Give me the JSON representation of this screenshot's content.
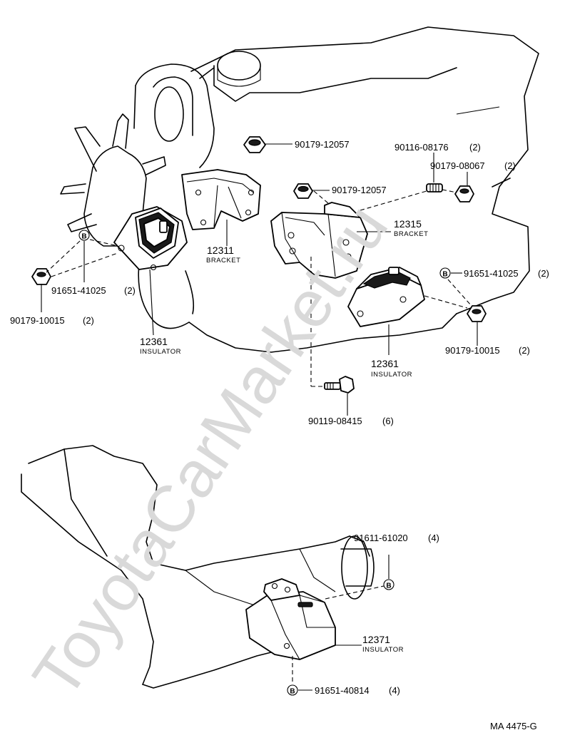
{
  "watermark": "ToyotaCarMarket.ru",
  "diagram_ref": "MA 4475-G",
  "marker_letter": "B",
  "callouts": {
    "nut_top": "90179-12057",
    "nut_mid": "90179-12057",
    "stud": "90116-08176",
    "stud_qty": "(2)",
    "nut_right": "90179-08067",
    "nut_right_qty": "(2)",
    "bracket_left_pn": "12311",
    "bracket_left_name": "BRACKET",
    "bracket_right_pn": "12315",
    "bracket_right_name": "BRACKET",
    "washer_left": "91651-41025",
    "washer_left_qty": "(2)",
    "washer_right": "91651-41025",
    "washer_right_qty": "(2)",
    "nut_left_bottom": "90179-10015",
    "nut_left_bottom_qty": "(2)",
    "nut_right_bottom": "90179-10015",
    "nut_right_bottom_qty": "(2)",
    "insulator_left_pn": "12361",
    "insulator_left_name": "INSULATOR",
    "insulator_right_pn": "12361",
    "insulator_right_name": "INSULATOR",
    "bolt": "90119-08415",
    "bolt_qty": "(6)",
    "rear_bolt": "91611-61020",
    "rear_bolt_qty": "(4)",
    "rear_insulator_pn": "12371",
    "rear_insulator_name": "INSULATOR",
    "rear_washer": "91651-40814",
    "rear_washer_qty": "(4)"
  }
}
